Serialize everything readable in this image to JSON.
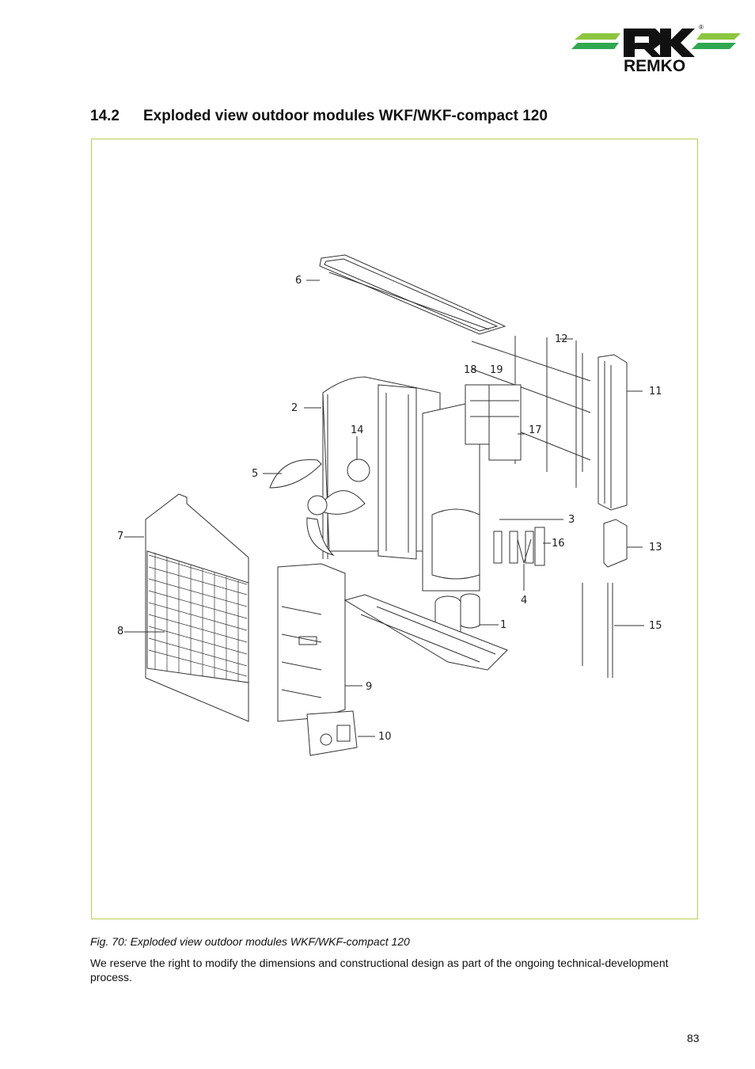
{
  "brand": {
    "name": "REMKO",
    "registered_mark": "®",
    "colors": {
      "green_light": "#8cc63f",
      "green_dark": "#2fa84f",
      "black": "#111111"
    }
  },
  "section": {
    "number": "14.2",
    "title": "Exploded view outdoor modules WKF/WKF-compact 120"
  },
  "figure": {
    "border_color": "#b7cf55",
    "callouts": {
      "c1": "1",
      "c2": "2",
      "c3": "3",
      "c4": "4",
      "c5": "5",
      "c6": "6",
      "c7": "7",
      "c8": "8",
      "c9": "9",
      "c10": "10",
      "c11": "11",
      "c12": "12",
      "c13": "13",
      "c14": "14",
      "c15": "15",
      "c16": "16",
      "c17": "17",
      "c18": "18",
      "c19": "19"
    },
    "caption": "Fig. 70: Exploded view outdoor modules WKF/WKF-compact 120"
  },
  "note": "We reserve the right to modify the dimensions and constructional design as part of the ongoing technical-development process.",
  "page_number": "83"
}
